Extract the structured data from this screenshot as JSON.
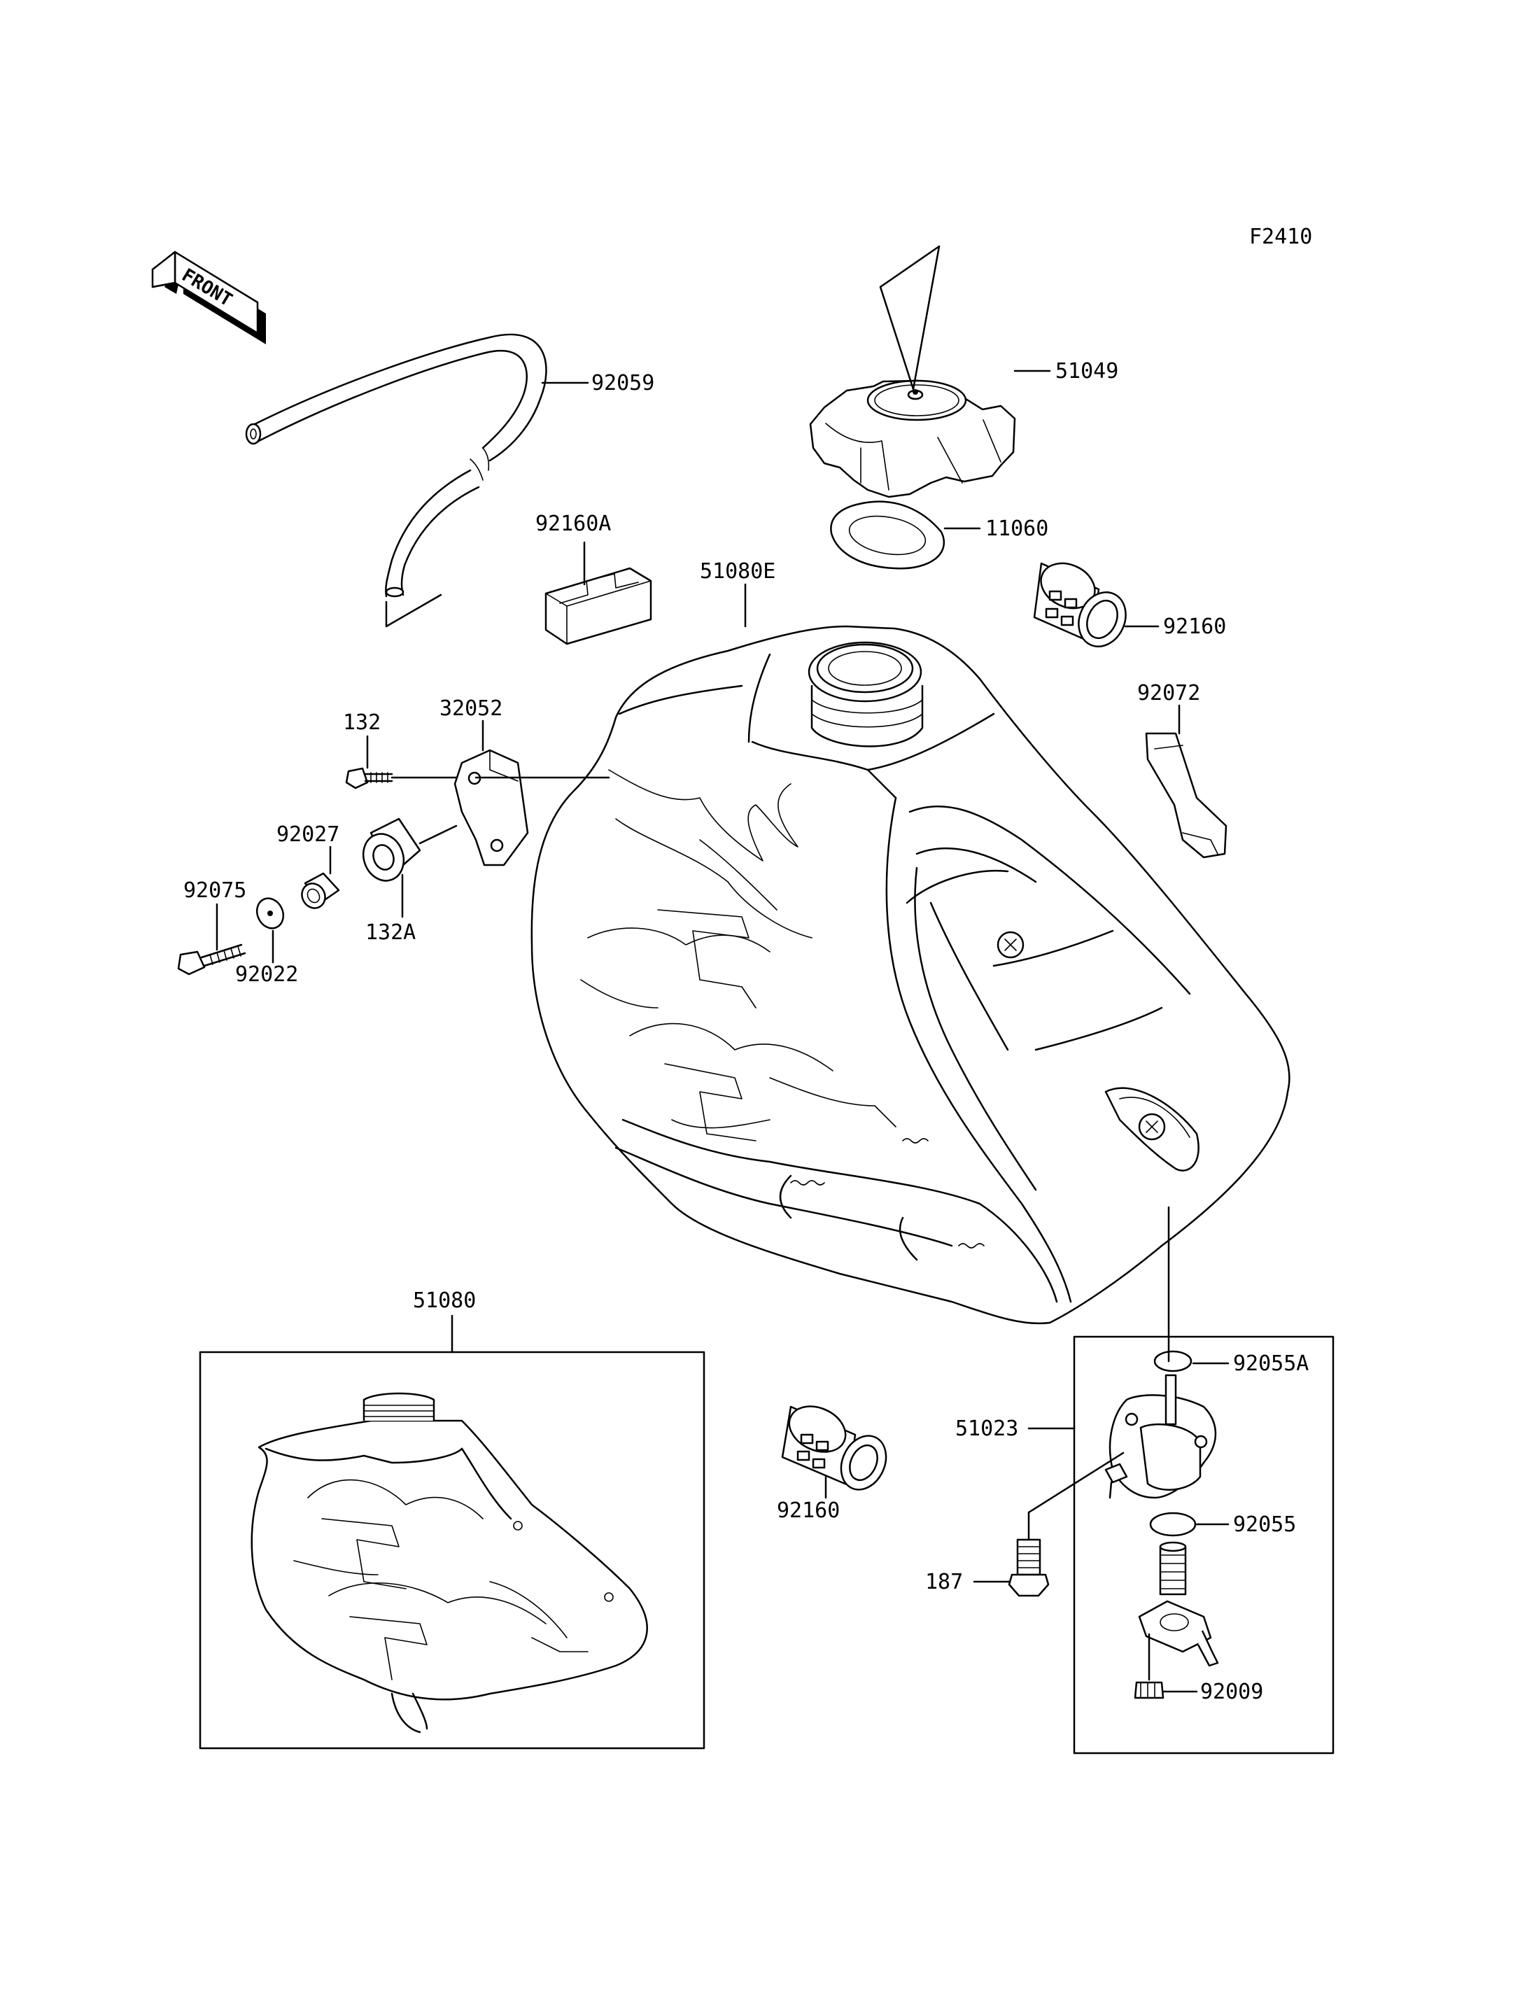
{
  "figure_code": "F2410",
  "front_label": "FRONT",
  "parts": [
    {
      "id": "p92059",
      "number": "92059"
    },
    {
      "id": "p51049",
      "number": "51049"
    },
    {
      "id": "p11060",
      "number": "11060"
    },
    {
      "id": "p92160A",
      "number": "92160A"
    },
    {
      "id": "p51080E",
      "number": "51080E"
    },
    {
      "id": "p92160a",
      "number": "92160"
    },
    {
      "id": "p92072",
      "number": "92072"
    },
    {
      "id": "p132",
      "number": "132"
    },
    {
      "id": "p32052",
      "number": "32052"
    },
    {
      "id": "p92027",
      "number": "92027"
    },
    {
      "id": "p132A",
      "number": "132A"
    },
    {
      "id": "p92075",
      "number": "92075"
    },
    {
      "id": "p92022",
      "number": "92022"
    },
    {
      "id": "p51080",
      "number": "51080"
    },
    {
      "id": "p92160b",
      "number": "92160"
    },
    {
      "id": "p92055A",
      "number": "92055A"
    },
    {
      "id": "p51023",
      "number": "51023"
    },
    {
      "id": "p92055",
      "number": "92055"
    },
    {
      "id": "p187",
      "number": "187"
    },
    {
      "id": "p92009",
      "number": "92009"
    }
  ]
}
